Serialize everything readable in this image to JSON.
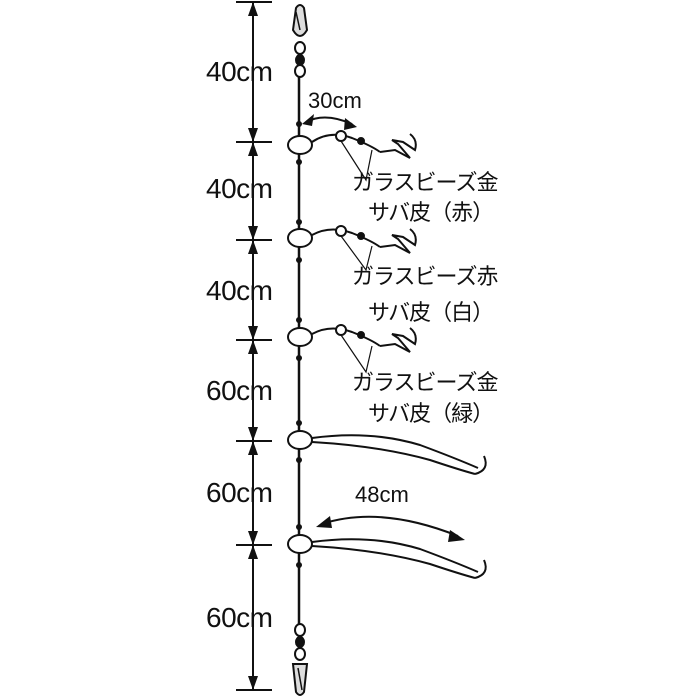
{
  "diagram": {
    "segment_labels": [
      "40cm",
      "40cm",
      "40cm",
      "60cm",
      "60cm",
      "60cm"
    ],
    "branch_length_label": "30cm",
    "lower_branch_length_label": "48cm",
    "branches": [
      {
        "bead": "ガラスビーズ金",
        "skin": "サバ皮（赤）"
      },
      {
        "bead": "ガラスビーズ赤",
        "skin": "サバ皮（白）"
      },
      {
        "bead": "ガラスビーズ金",
        "skin": "サバ皮（緑）"
      }
    ],
    "colors": {
      "line": "#111111",
      "background": "#ffffff"
    },
    "icons": [
      "swivel-icon",
      "bead-icon",
      "hook-icon",
      "weight-snap-icon"
    ]
  }
}
